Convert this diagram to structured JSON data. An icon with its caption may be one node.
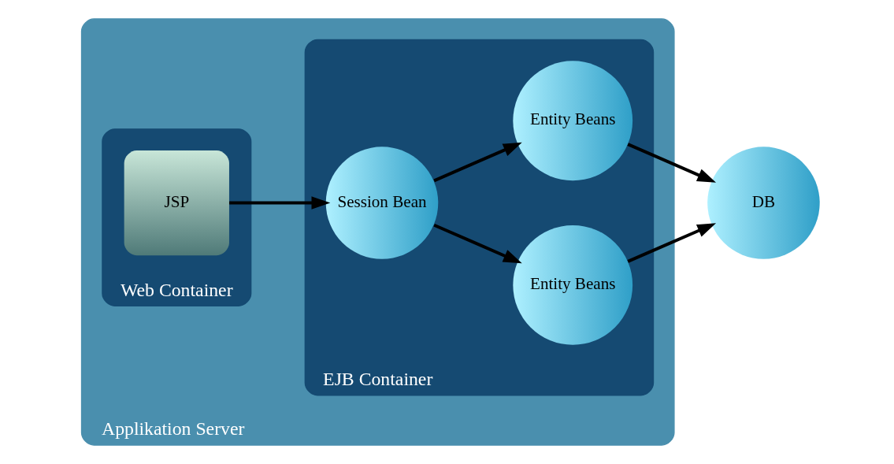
{
  "diagram": {
    "nodes": [
      {
        "text": [
          "Applikation Server"
        ]
      },
      {
        "text": [
          "Web Container"
        ],
        "in": 0
      },
      {
        "text": [
          "JSP"
        ],
        "in": 1
      },
      {
        "text": [
          "EJB Container"
        ],
        "in": 0
      },
      {
        "text": [
          "Session Bean"
        ],
        "in": 3
      },
      {
        "text": [
          "Entity Beans"
        ],
        "in": 3
      },
      {
        "text": [
          "Entity Beans"
        ],
        "in": 3
      },
      {
        "text": [
          "DB"
        ]
      }
    ],
    "edges": [
      {
        "from": 2,
        "to": 4,
        "arrow": "to"
      },
      {
        "from": 4,
        "to": 5,
        "arrow": "to"
      },
      {
        "from": 4,
        "to": 6,
        "arrow": "to"
      },
      {
        "from": 5,
        "to": 7,
        "arrow": "to"
      },
      {
        "from": 6,
        "to": 7,
        "arrow": "to"
      }
    ]
  }
}
